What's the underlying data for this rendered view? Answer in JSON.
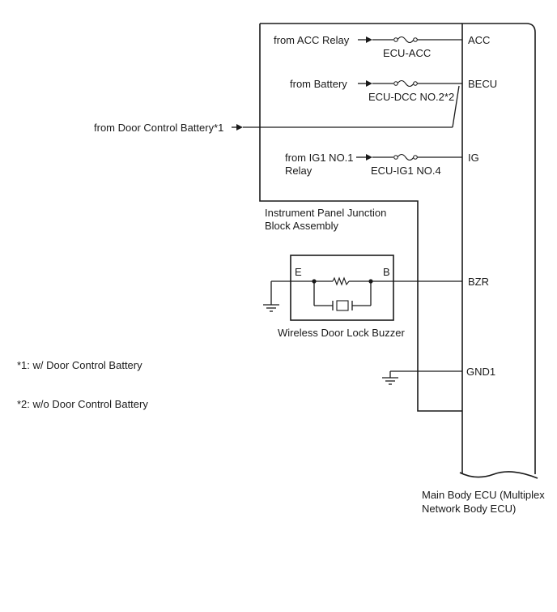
{
  "inputs": {
    "acc_relay": "from ACC Relay",
    "battery": "from Battery",
    "door_control_battery": "from Door Control Battery*1",
    "ig1_line1": "from IG1 NO.1",
    "ig1_line2": "Relay"
  },
  "fuses": {
    "acc": "ECU-ACC",
    "dcc": "ECU-DCC NO.2*2",
    "ig1": "ECU-IG1 NO.4"
  },
  "terminals": {
    "acc": "ACC",
    "becu": "BECU",
    "ig": "IG",
    "bzr": "BZR",
    "gnd1": "GND1"
  },
  "junction_block": {
    "line1": "Instrument Panel Junction",
    "line2": "Block Assembly"
  },
  "buzzer": {
    "name": "Wireless Door Lock Buzzer",
    "pin_e": "E",
    "pin_b": "B"
  },
  "ecu": {
    "line1": "Main Body ECU (Multiplex",
    "line2": "Network Body ECU)"
  },
  "notes": {
    "note1": "*1: w/ Door Control Battery",
    "note2": "*2: w/o Door Control Battery"
  },
  "icons": [
    "fuse-icon",
    "ground-icon",
    "resistor-icon",
    "buzzer-element-icon",
    "arrow-icon"
  ]
}
